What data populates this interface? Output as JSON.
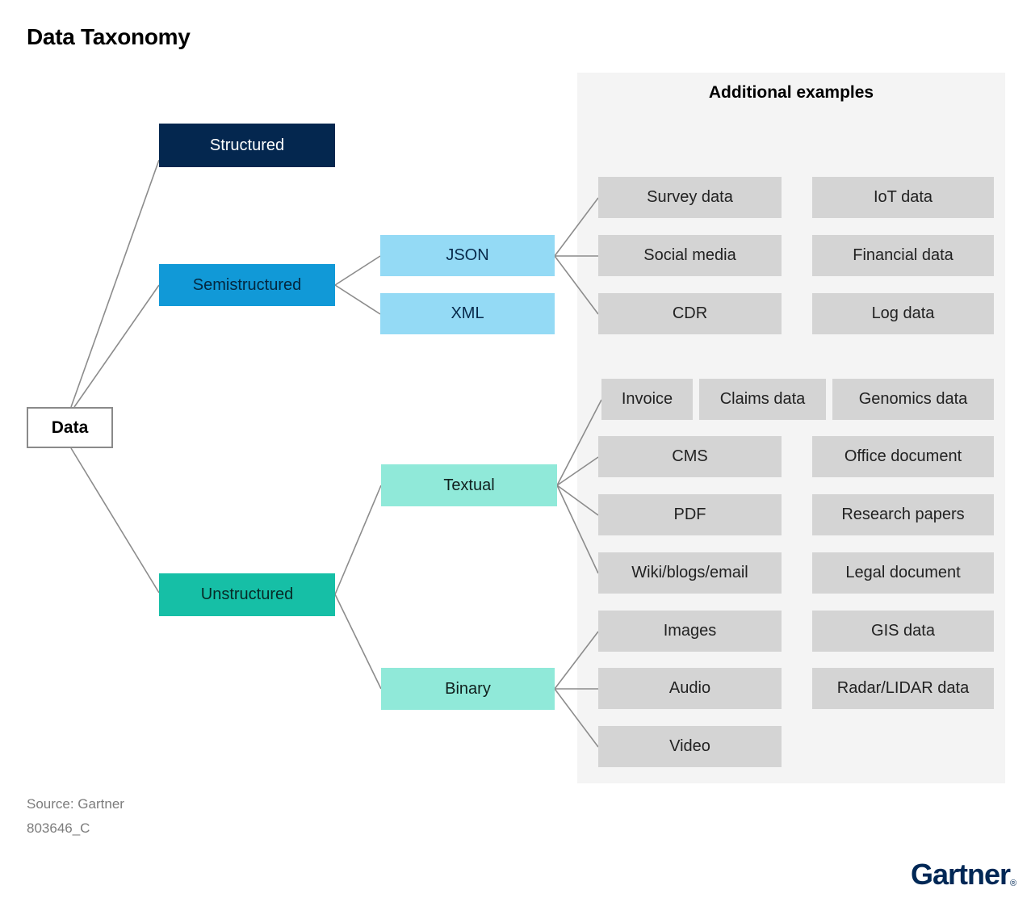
{
  "title": "Data Taxonomy",
  "panel": {
    "heading": "Additional examples"
  },
  "tree": {
    "root": "Data",
    "structured": "Structured",
    "semistructured": "Semistructured",
    "unstructured": "Unstructured",
    "json": "JSON",
    "xml": "XML",
    "textual": "Textual",
    "binary": "Binary"
  },
  "examples": {
    "semistructured_group": {
      "left": [
        "Survey data",
        "Social media",
        "CDR"
      ],
      "right": [
        "IoT data",
        "Financial data",
        "Log data"
      ]
    },
    "textual_group": {
      "row1": [
        "Invoice",
        "Claims data",
        "Genomics data"
      ],
      "left": [
        "CMS",
        "PDF",
        "Wiki/blogs/email"
      ],
      "right": [
        "Office document",
        "Research papers",
        "Legal document"
      ]
    },
    "binary_group": {
      "left": [
        "Images",
        "Audio",
        "Video"
      ],
      "right": [
        "GIS data",
        "Radar/LIDAR data"
      ]
    }
  },
  "source": {
    "line1": "Source: Gartner",
    "line2": "803646_C"
  },
  "logo": {
    "text": "Gartner",
    "reg": "®"
  },
  "colors": {
    "structured": "#04274F",
    "semistructured": "#1199D7",
    "semistructured_light": "#94DAF5",
    "unstructured": "#16BFA6",
    "unstructured_light": "#90E9D9",
    "example_box": "#D4D4D4",
    "panel_bg": "#F4F4F4",
    "connector": "#8C8C8C",
    "logo_navy": "#002856",
    "source_text": "#7C7C7C"
  }
}
